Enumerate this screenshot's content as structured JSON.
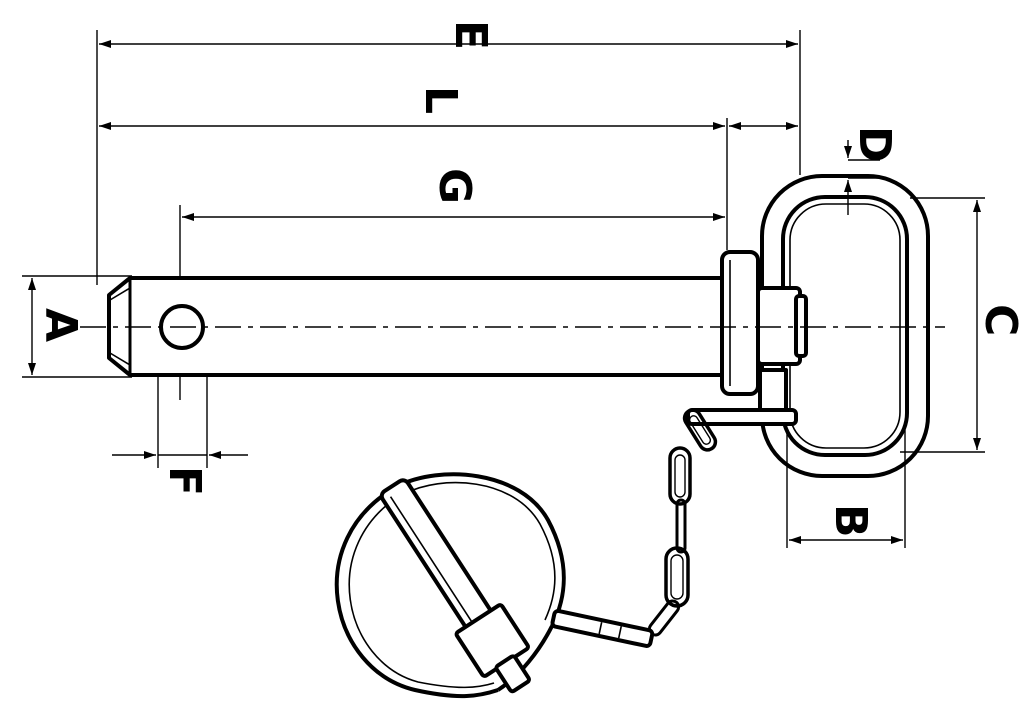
{
  "diagram": {
    "labels": {
      "E": "E",
      "L": "L",
      "G": "G",
      "D": "D",
      "A": "A",
      "C": "C",
      "F": "F",
      "B": "B"
    }
  }
}
